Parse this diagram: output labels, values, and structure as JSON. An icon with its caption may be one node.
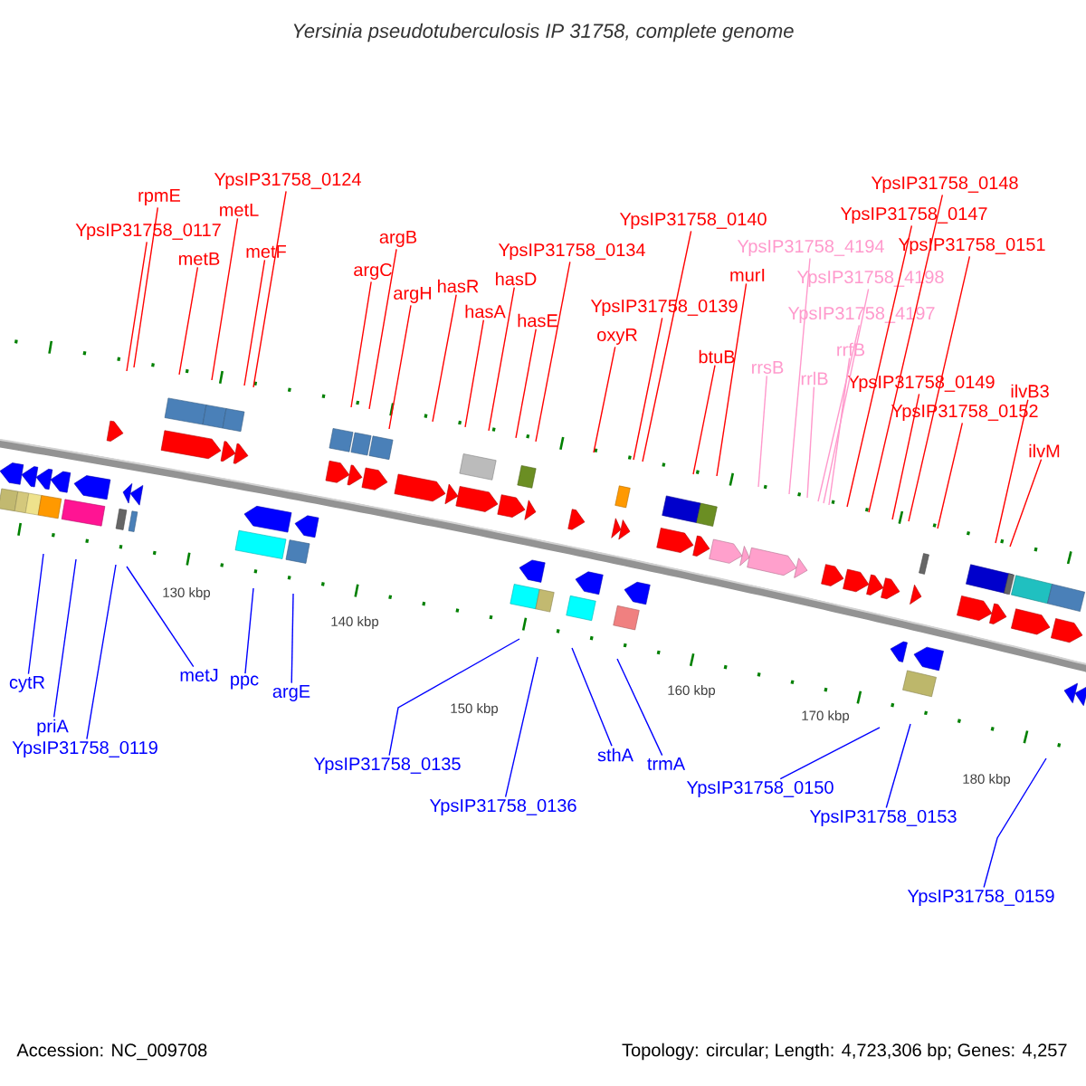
{
  "diagram": {
    "title": "Yersinia pseudotuberculosis IP 31758, complete genome",
    "nodes": [
      {
        "text": [
          "rpmE"
        ]
      },
      {
        "text": [
          "YpsIP31758_0117"
        ]
      },
      {
        "text": [
          "metL"
        ]
      },
      {
        "text": [
          "YpsIP31758_0124"
        ]
      },
      {
        "text": [
          "metB"
        ]
      },
      {
        "text": [
          "metF"
        ]
      },
      {
        "text": [
          "argB"
        ]
      },
      {
        "text": [
          "argC"
        ]
      },
      {
        "text": [
          "argH"
        ]
      },
      {
        "text": [
          "hasR"
        ]
      },
      {
        "text": [
          "hasA"
        ]
      },
      {
        "text": [
          "hasD"
        ]
      },
      {
        "text": [
          "YpsIP31758_0134"
        ]
      },
      {
        "text": [
          "hasE"
        ]
      },
      {
        "text": [
          "YpsIP31758_0140"
        ]
      },
      {
        "text": [
          "YpsIP31758_0139"
        ]
      },
      {
        "text": [
          "oxyR"
        ]
      },
      {
        "text": [
          "murI"
        ]
      },
      {
        "text": [
          "btuB"
        ]
      },
      {
        "text": [
          "YpsIP31758_4194"
        ]
      },
      {
        "text": [
          "YpsIP31758_4198"
        ]
      },
      {
        "text": [
          "YpsIP31758_4197"
        ]
      },
      {
        "text": [
          "rrsB"
        ]
      },
      {
        "text": [
          "rrlB"
        ]
      },
      {
        "text": [
          "rrfB"
        ]
      },
      {
        "text": [
          "YpsIP31758_0148"
        ]
      },
      {
        "text": [
          "YpsIP31758_0147"
        ]
      },
      {
        "text": [
          "YpsIP31758_0151"
        ]
      },
      {
        "text": [
          "YpsIP31758_0149"
        ]
      },
      {
        "text": [
          "YpsIP31758_0152"
        ]
      },
      {
        "text": [
          "ilvB3"
        ]
      },
      {
        "text": [
          "ilvM"
        ]
      },
      {
        "text": [
          "cytR"
        ]
      },
      {
        "text": [
          "priA"
        ]
      },
      {
        "text": [
          "YpsIP31758_0119"
        ]
      },
      {
        "text": [
          "metJ"
        ]
      },
      {
        "text": [
          "ppc"
        ]
      },
      {
        "text": [
          "argE"
        ]
      },
      {
        "text": [
          "YpsIP31758_0135"
        ]
      },
      {
        "text": [
          "YpsIP31758_0136"
        ]
      },
      {
        "text": [
          "sthA"
        ]
      },
      {
        "text": [
          "trmA"
        ]
      },
      {
        "text": [
          "YpsIP31758_0150"
        ]
      },
      {
        "text": [
          "YpsIP31758_0153"
        ]
      },
      {
        "text": [
          "YpsIP31758_0159"
        ]
      }
    ],
    "edges": [
      {
        "from": 0,
        "to": null,
        "arrow": "none"
      },
      {
        "from": 1,
        "to": null,
        "arrow": "none"
      },
      {
        "from": 2,
        "to": null,
        "arrow": "none"
      },
      {
        "from": 3,
        "to": null,
        "arrow": "none"
      },
      {
        "from": 4,
        "to": null,
        "arrow": "none"
      },
      {
        "from": 5,
        "to": null,
        "arrow": "none"
      },
      {
        "from": 6,
        "to": null,
        "arrow": "none"
      },
      {
        "from": 7,
        "to": null,
        "arrow": "none"
      },
      {
        "from": 8,
        "to": null,
        "arrow": "none"
      },
      {
        "from": 9,
        "to": null,
        "arrow": "none"
      },
      {
        "from": 10,
        "to": null,
        "arrow": "none"
      },
      {
        "from": 11,
        "to": null,
        "arrow": "none"
      },
      {
        "from": 12,
        "to": null,
        "arrow": "none"
      },
      {
        "from": 13,
        "to": null,
        "arrow": "none"
      },
      {
        "from": 14,
        "to": null,
        "arrow": "none"
      },
      {
        "from": 15,
        "to": null,
        "arrow": "none"
      },
      {
        "from": 16,
        "to": null,
        "arrow": "none"
      },
      {
        "from": 17,
        "to": null,
        "arrow": "none"
      },
      {
        "from": 18,
        "to": null,
        "arrow": "none"
      },
      {
        "from": 19,
        "to": null,
        "arrow": "none",
        "color": "#ff99cc"
      },
      {
        "from": 20,
        "to": null,
        "arrow": "none",
        "color": "#ff99cc"
      },
      {
        "from": 21,
        "to": null,
        "arrow": "none",
        "color": "#ff99cc"
      },
      {
        "from": 22,
        "to": null,
        "arrow": "none",
        "color": "#ff99cc"
      },
      {
        "from": 23,
        "to": null,
        "arrow": "none",
        "color": "#ff99cc"
      },
      {
        "from": 24,
        "to": null,
        "arrow": "none",
        "color": "#ff99cc"
      },
      {
        "from": 25,
        "to": null,
        "arrow": "none"
      },
      {
        "from": 26,
        "to": null,
        "arrow": "none"
      },
      {
        "from": 27,
        "to": null,
        "arrow": "none"
      },
      {
        "from": 28,
        "to": null,
        "arrow": "none"
      },
      {
        "from": 29,
        "to": null,
        "arrow": "none"
      },
      {
        "from": 30,
        "to": null,
        "arrow": "none"
      },
      {
        "from": 31,
        "to": null,
        "arrow": "none"
      },
      {
        "from": 32,
        "to": null,
        "arrow": "none",
        "color": "#0000ff"
      },
      {
        "from": 33,
        "to": null,
        "arrow": "none",
        "color": "#0000ff"
      },
      {
        "from": 34,
        "to": null,
        "arrow": "none",
        "color": "#0000ff"
      },
      {
        "from": 35,
        "to": null,
        "arrow": "none",
        "color": "#0000ff"
      },
      {
        "from": 36,
        "to": null,
        "arrow": "none",
        "color": "#0000ff"
      },
      {
        "from": 37,
        "to": null,
        "arrow": "none",
        "color": "#0000ff"
      },
      {
        "from": 38,
        "to": null,
        "arrow": "none",
        "color": "#0000ff"
      },
      {
        "from": 39,
        "to": null,
        "arrow": "none",
        "color": "#0000ff"
      },
      {
        "from": 40,
        "to": null,
        "arrow": "none",
        "color": "#0000ff"
      },
      {
        "from": 41,
        "to": null,
        "arrow": "none",
        "color": "#0000ff"
      },
      {
        "from": 42,
        "to": null,
        "arrow": "none",
        "color": "#0000ff"
      },
      {
        "from": 43,
        "to": null,
        "arrow": "none",
        "color": "#0000ff"
      },
      {
        "from": 44,
        "to": null,
        "arrow": "none",
        "color": "#0000ff"
      }
    ],
    "labels": [
      "130 kbp",
      "140 kbp",
      "150 kbp",
      "160 kbp",
      "170 kbp",
      "180 kbp",
      "Accession: NC_009708",
      "Topology: circular; Length: 4,723,306 bp; Genes: 4,257"
    ]
  }
}
